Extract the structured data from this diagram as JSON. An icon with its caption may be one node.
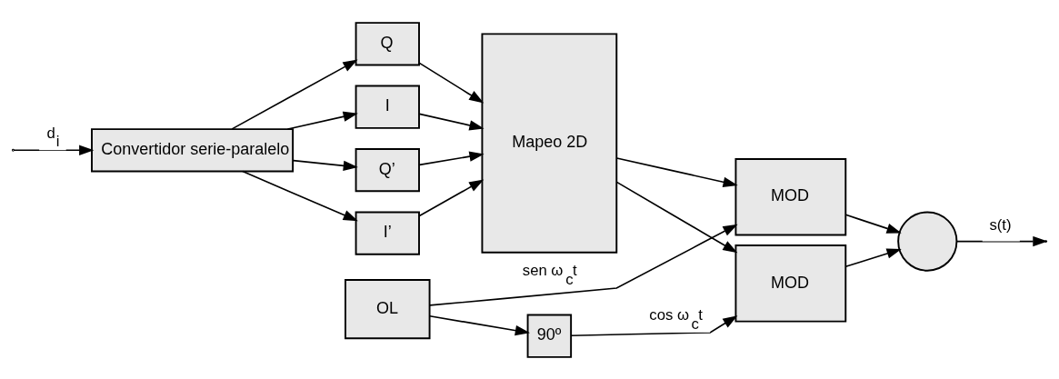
{
  "diagram": {
    "nodes": [
      {
        "text": [
          "Q"
        ]
      },
      {
        "text": [
          "I"
        ]
      },
      {
        "text": [
          "Q’"
        ]
      },
      {
        "text": [
          "I’"
        ]
      },
      {
        "text": [
          "Convertidor serie-paralelo"
        ]
      },
      {
        "text": [
          "Mapeo 2D"
        ]
      },
      {
        "text": [
          "MOD"
        ]
      },
      {
        "text": [
          "OL"
        ]
      },
      {
        "text": [
          "90º"
        ]
      },
      {
        "text": [
          "MOD"
        ]
      },
      {
        "text": [],
        "shape": "circle"
      }
    ],
    "edges": [
      {
        "from": null,
        "to": 4,
        "arrow": "to",
        "label": "d$_{i}$"
      },
      {
        "from": 4,
        "to": 0,
        "arrow": "to"
      },
      {
        "from": 4,
        "to": 1,
        "arrow": "to"
      },
      {
        "from": 4,
        "to": 2,
        "arrow": "to"
      },
      {
        "from": 4,
        "to": 3,
        "arrow": "to"
      },
      {
        "from": 0,
        "to": 5,
        "arrow": "to"
      },
      {
        "from": 1,
        "to": 5,
        "arrow": "to"
      },
      {
        "from": 2,
        "to": 5,
        "arrow": "to"
      },
      {
        "from": 3,
        "to": 5,
        "arrow": "to"
      },
      {
        "from": 5,
        "to": 6,
        "arrow": "to"
      },
      {
        "from": 5,
        "to": 9,
        "arrow": "to"
      },
      {
        "from": 7,
        "to": 6,
        "arrow": "to",
        "label": "sen ω$_{c}$t"
      },
      {
        "from": 7,
        "to": 8,
        "arrow": "to"
      },
      {
        "from": 8,
        "to": 9,
        "arrow": "to",
        "label": "cos ω$_{c}$t"
      },
      {
        "from": 6,
        "to": 10,
        "arrow": "to"
      },
      {
        "from": 9,
        "to": 10,
        "arrow": "to"
      },
      {
        "from": 10,
        "to": null,
        "arrow": "to",
        "label": "s(t)"
      }
    ]
  }
}
